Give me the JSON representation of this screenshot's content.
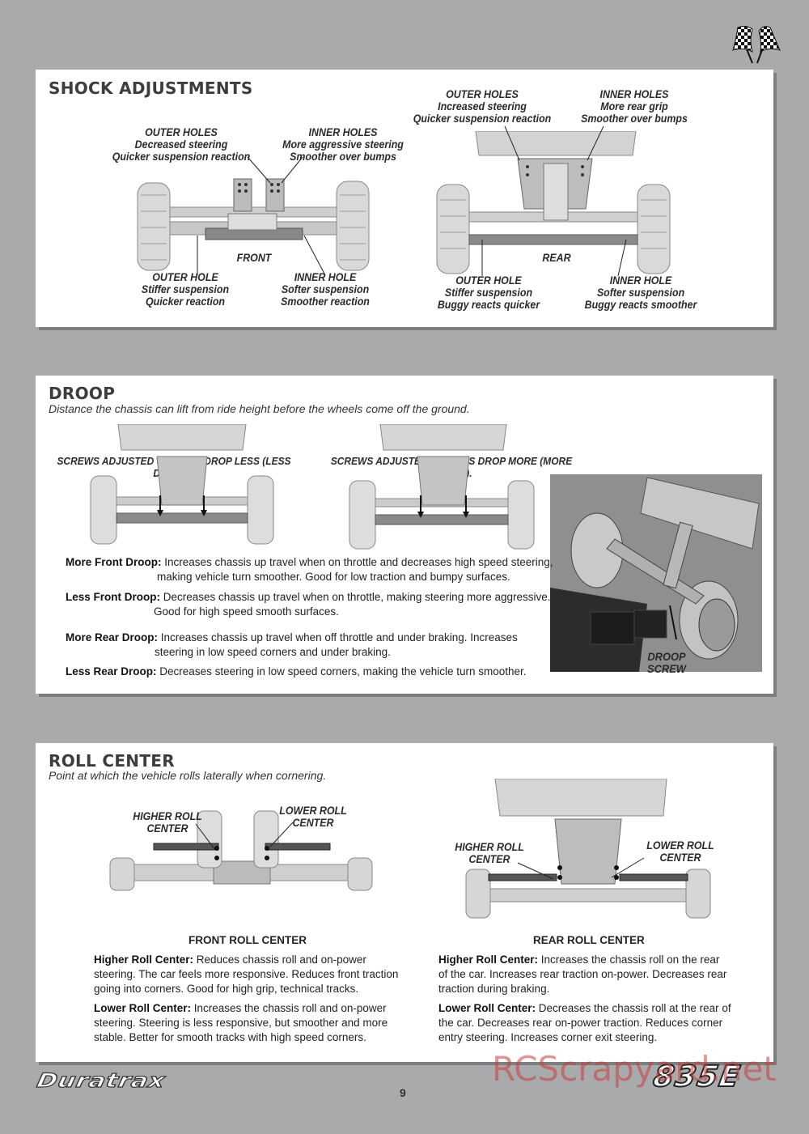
{
  "shock": {
    "title": "SHOCK ADJUSTMENTS",
    "front": {
      "outer_holes": [
        "OUTER HOLES",
        "Decreased steering",
        "Quicker suspension reaction"
      ],
      "inner_holes": [
        "INNER HOLES",
        "More aggressive steering",
        "Smoother over bumps"
      ],
      "outer_hole": [
        "OUTER HOLE",
        "Stiffer suspension",
        "Quicker reaction"
      ],
      "inner_hole": [
        "INNER HOLE",
        "Softer suspension",
        "Smoother reaction"
      ],
      "label": "FRONT"
    },
    "rear": {
      "outer_holes": [
        "OUTER HOLES",
        "Increased steering",
        "Quicker suspension reaction"
      ],
      "inner_holes": [
        "INNER HOLES",
        "More rear grip",
        "Smoother over bumps"
      ],
      "outer_hole": [
        "OUTER HOLE",
        "Stiffer suspension",
        "Buggy reacts quicker"
      ],
      "inner_hole": [
        "INNER HOLE",
        "Softer suspension",
        "Buggy reacts smoother"
      ],
      "label": "REAR"
    }
  },
  "droop": {
    "title": "DROOP",
    "subtitle": "Distance the chassis can lift from ride height before the wheels come off the ground.",
    "less_caption": "SCREWS ADJUSTED SO ARMS DROP LESS (LESS DROOP).",
    "more_caption": "SCREWS ADJUSTED SO ARMS DROP MORE (MORE DROOP).",
    "screw_label": [
      "DROOP",
      "SCREW"
    ],
    "items": [
      {
        "term": "More Front Droop:",
        "line1": "Increases chassis up travel when on throttle and decreases high speed steering,",
        "line2": "making vehicle turn smoother. Good for low traction and bumpy surfaces."
      },
      {
        "term": "Less Front Droop:",
        "line1": "Decreases chassis up travel when on throttle, making steering more aggressive.",
        "line2": "Good for high speed smooth surfaces."
      },
      {
        "term": "More Rear Droop:",
        "line1": "Increases chassis up travel when off throttle and under braking. Increases",
        "line2": "steering in low speed corners and under braking."
      },
      {
        "term": "Less Rear Droop:",
        "line1": "Decreases steering in low speed corners, making the vehicle turn smoother.",
        "line2": ""
      }
    ]
  },
  "roll": {
    "title": "ROLL CENTER",
    "subtitle": "Point at which the vehicle rolls laterally when cornering.",
    "front": {
      "higher": [
        "HIGHER ROLL",
        "CENTER"
      ],
      "lower": [
        "LOWER ROLL",
        "CENTER"
      ],
      "heading": "FRONT ROLL CENTER",
      "higher_term": "Higher Roll Center:",
      "higher_text": [
        " Reduces chassis roll and on-power",
        "steering. The car feels more responsive. Reduces front traction",
        "going into corners. Good for high grip, technical tracks."
      ],
      "lower_term": "Lower Roll Center:",
      "lower_text": [
        " Increases the chassis roll and on-power",
        "steering. Steering is less responsive, but smoother and more",
        "stable. Better for smooth tracks with high speed corners."
      ]
    },
    "rear": {
      "higher": [
        "HIGHER ROLL",
        "CENTER"
      ],
      "lower": [
        "LOWER ROLL",
        "CENTER"
      ],
      "heading": "REAR ROLL CENTER",
      "higher_term": "Higher Roll Center:",
      "higher_text": [
        " Increases the chassis roll on the rear",
        "of the car. Increases rear traction on-power. Decreases rear",
        "traction during braking."
      ],
      "lower_term": "Lower Roll Center:",
      "lower_text": [
        " Decreases the chassis roll at the rear of",
        "the car. Decreases rear on-power traction. Reduces corner",
        "entry steering. Increases corner exit steering."
      ]
    }
  },
  "footer": {
    "brand": "Duratrax",
    "page_number": "9",
    "model": "835E",
    "watermark": "RCScrapyard.net"
  }
}
